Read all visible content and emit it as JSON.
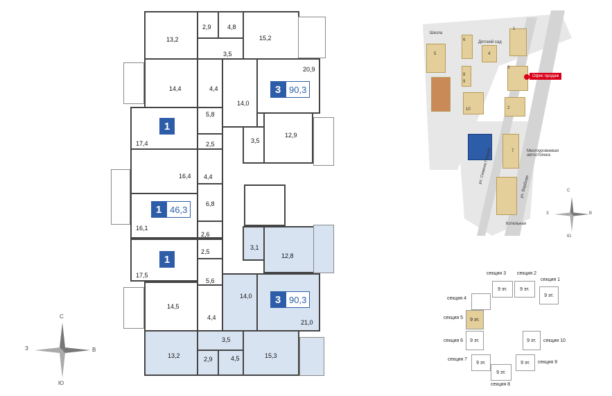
{
  "rooms": {
    "r1": "13,2",
    "r2": "2,9",
    "r3": "4,8",
    "r4": "15,2",
    "r5": "3,5",
    "r6": "20,9",
    "r7": "14,4",
    "r8": "4,4",
    "r9": "14,0",
    "r10": "5,8",
    "r11": "17,4",
    "r12": "12,9",
    "r13": "2,5",
    "r14": "3,5",
    "r15": "16,4",
    "r16": "4,4",
    "r17": "6,8",
    "r18": "16,1",
    "r19": "2,6",
    "r20": "3,1",
    "r21": "12,8",
    "r22": "2,5",
    "r23": "17,5",
    "r24": "5,6",
    "r25": "14,0",
    "r26": "21,0",
    "r27": "14,5",
    "r28": "4,4",
    "r29": "3,5",
    "r30": "13,2",
    "r31": "2,9",
    "r32": "4,5",
    "r33": "15,3"
  },
  "badges": [
    {
      "num": "3",
      "area": "90,3"
    },
    {
      "num": "1",
      "area": ""
    },
    {
      "num": "1",
      "area": "46,3"
    },
    {
      "num": "1",
      "area": ""
    },
    {
      "num": "3",
      "area": "90,3"
    }
  ],
  "map": {
    "school": "Школа",
    "kindergarten": "Детский сад",
    "sales_office": "Офис продаж",
    "parking": "Многоуровневая автостоянка",
    "boiler": "Котельная",
    "street1": "ул. Семена Гордого",
    "street2": "ул. Вербная",
    "nums": [
      "1",
      "2",
      "3",
      "4",
      "5",
      "6",
      "7",
      "8",
      "9",
      "10"
    ]
  },
  "sections": {
    "s1": "секция 1",
    "s2": "секция 2",
    "s3": "секция 3",
    "s4": "секция 4",
    "s5": "секция 5",
    "s6": "секция 6",
    "s7": "секция 7",
    "s8": "секция 8",
    "s9": "секция 9",
    "s10": "секция 10",
    "floors": "9 эт."
  },
  "compass": {
    "n": "С",
    "s": "Ю",
    "w": "З",
    "e": "В"
  },
  "colors": {
    "highlight": "#d8e3f1",
    "badge": "#2d5da8",
    "building": "#e4cf9a",
    "sales": "#d9001b"
  }
}
